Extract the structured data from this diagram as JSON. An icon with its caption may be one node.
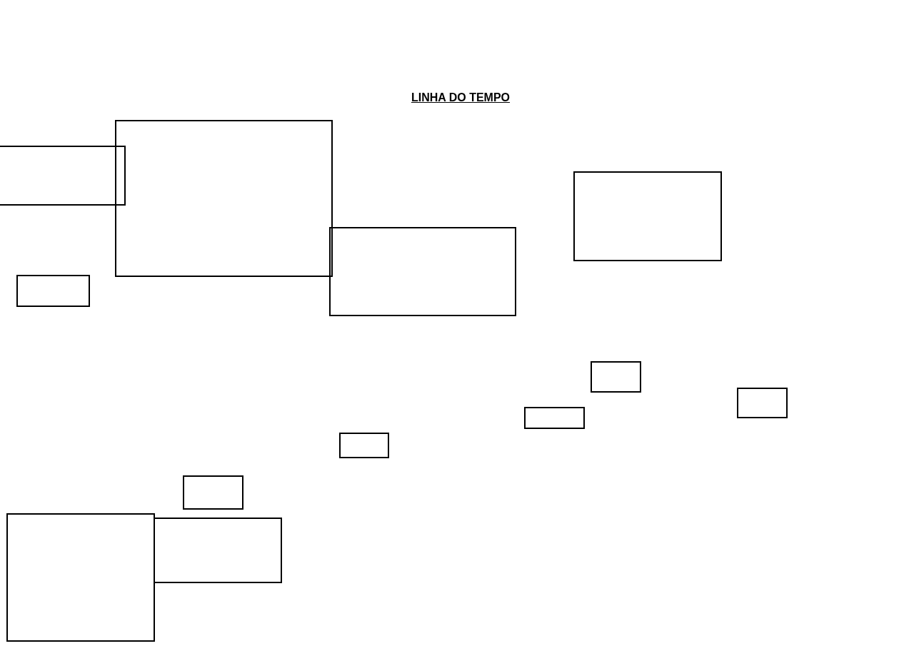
{
  "diagram": {
    "title": "LINHA DO TEMPO",
    "nodes": [
      {
        "text": [],
        "shape": "box"
      },
      {
        "text": [],
        "shape": "box"
      },
      {
        "text": [],
        "shape": "box"
      },
      {
        "text": [],
        "shape": "box"
      },
      {
        "text": [],
        "shape": "box"
      },
      {
        "text": [],
        "shape": "box"
      },
      {
        "text": [],
        "shape": "box"
      },
      {
        "text": [],
        "shape": "box"
      },
      {
        "text": [],
        "shape": "box"
      },
      {
        "text": [],
        "shape": "box"
      },
      {
        "text": [],
        "shape": "box"
      },
      {
        "text": [],
        "shape": "box"
      }
    ]
  }
}
